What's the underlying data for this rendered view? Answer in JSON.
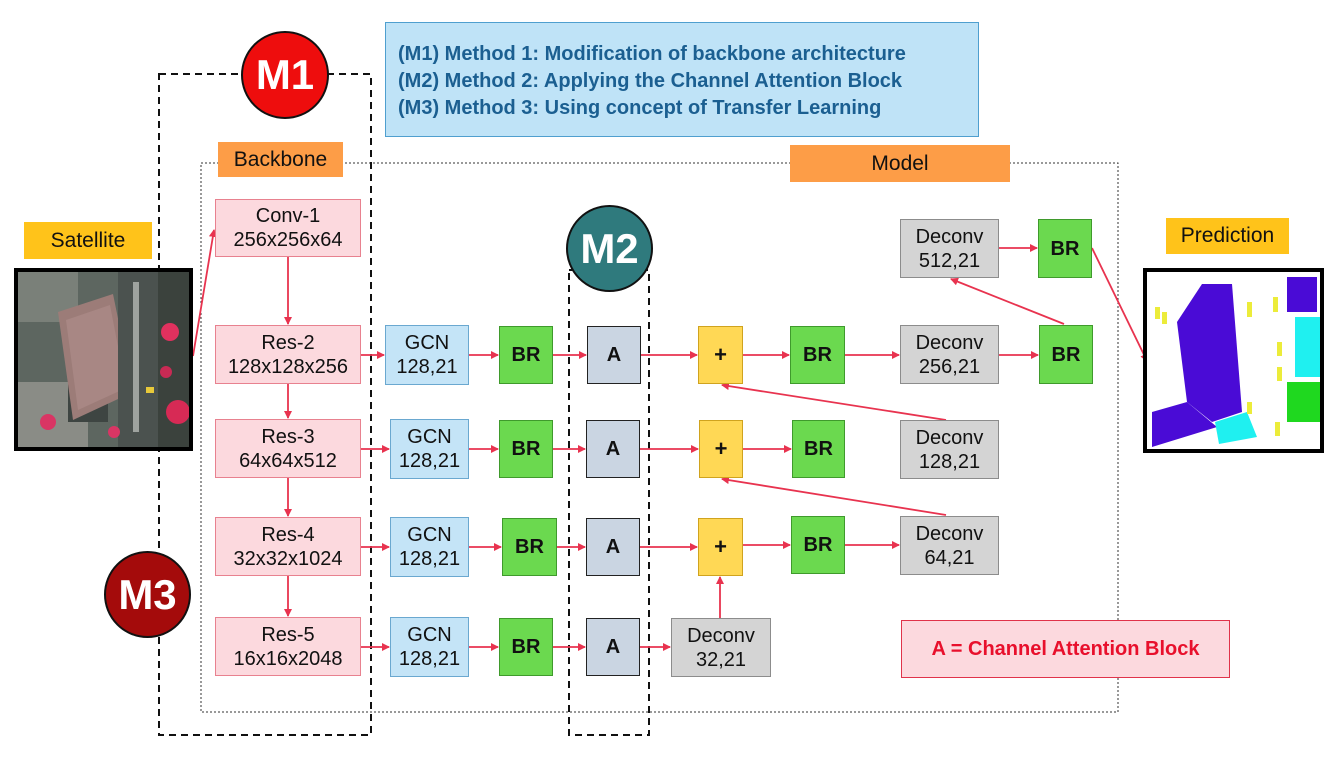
{
  "legend": {
    "m1": "(M1) Method 1: Modification of backbone architecture",
    "m2": "(M2) Method 2: Applying the Channel Attention Block",
    "m3": "(M3) Method 3: Using concept of Transfer Learning"
  },
  "badges": {
    "m1": "M1",
    "m2": "M2",
    "m3": "M3"
  },
  "labels": {
    "backbone": "Backbone",
    "model": "Model",
    "satellite": "Satellite",
    "prediction": "Prediction",
    "attention_note": "A = Channel Attention Block"
  },
  "backbone_layers": [
    {
      "name": "Conv-1",
      "shape": "256x256x64"
    },
    {
      "name": "Res-2",
      "shape": "128x128x256"
    },
    {
      "name": "Res-3",
      "shape": "64x64x512"
    },
    {
      "name": "Res-4",
      "shape": "32x32x1024"
    },
    {
      "name": "Res-5",
      "shape": "16x16x2048"
    }
  ],
  "gcn": {
    "name": "GCN",
    "dims": "128,21"
  },
  "br_label": "BR",
  "attention_label": "A",
  "plus_label": "+",
  "deconv": {
    "name": "Deconv",
    "d512": "512,21",
    "d256": "256,21",
    "d128": "128,21",
    "d64": "64,21",
    "d32": "32,21"
  },
  "colors": {
    "m1_badge": "#ee0d0d",
    "m2_badge": "#2f7a7d",
    "m3_badge": "#a40b0b",
    "arrow": "#e8334f"
  }
}
